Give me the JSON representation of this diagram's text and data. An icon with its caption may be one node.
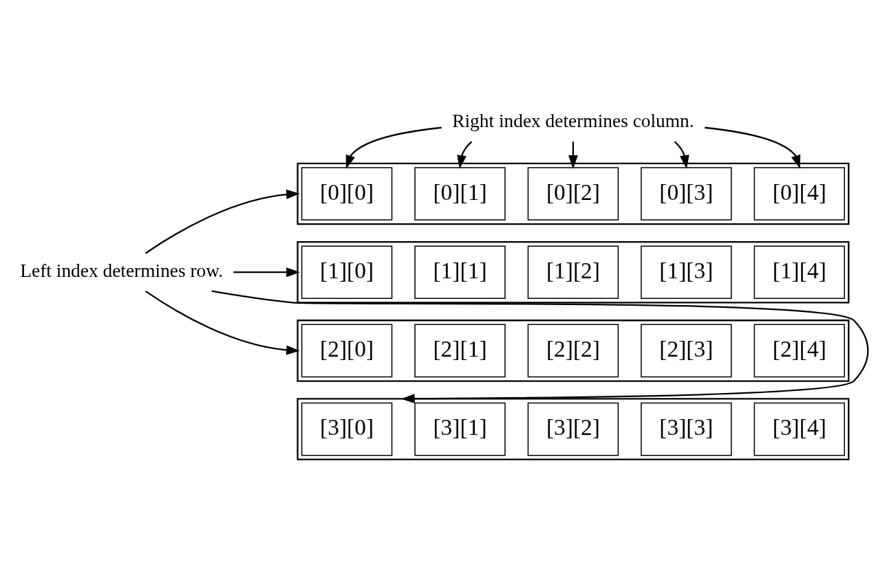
{
  "diagram": {
    "nodes": [
      {
        "text": [
          "Right index determines column."
        ]
      },
      {
        "text": [
          "Left index determines row."
        ]
      },
      {
        "text": [],
        "shape": "box"
      },
      {
        "text": [
          "[0][0]"
        ],
        "in": 2
      },
      {
        "text": [
          "[0][1]"
        ],
        "in": 2
      },
      {
        "text": [
          "[0][2]"
        ],
        "in": 2
      },
      {
        "text": [
          "[0][3]"
        ],
        "in": 2
      },
      {
        "text": [
          "[0][4]"
        ],
        "in": 2
      },
      {
        "text": [],
        "shape": "box"
      },
      {
        "text": [
          "[1][0]"
        ],
        "in": 8
      },
      {
        "text": [
          "[1][1]"
        ],
        "in": 8
      },
      {
        "text": [
          "[1][2]"
        ],
        "in": 8
      },
      {
        "text": [
          "[1][3]"
        ],
        "in": 8
      },
      {
        "text": [
          "[1][4]"
        ],
        "in": 8
      },
      {
        "text": [],
        "shape": "box"
      },
      {
        "text": [
          "[2][0]"
        ],
        "in": 14
      },
      {
        "text": [
          "[2][1]"
        ],
        "in": 14
      },
      {
        "text": [
          "[2][2]"
        ],
        "in": 14
      },
      {
        "text": [
          "[2][3]"
        ],
        "in": 14
      },
      {
        "text": [
          "[2][4]"
        ],
        "in": 14
      },
      {
        "text": [],
        "shape": "box"
      },
      {
        "text": [
          "[3][0]"
        ],
        "in": 20
      },
      {
        "text": [
          "[3][1]"
        ],
        "in": 20
      },
      {
        "text": [
          "[3][2]"
        ],
        "in": 20
      },
      {
        "text": [
          "[3][3]"
        ],
        "in": 20
      },
      {
        "text": [
          "[3][4]"
        ],
        "in": 20
      }
    ],
    "edges": [
      {
        "from": 0,
        "to": 3,
        "arrow": "to"
      },
      {
        "from": 0,
        "to": 4,
        "arrow": "to"
      },
      {
        "from": 0,
        "to": 5,
        "arrow": "to"
      },
      {
        "from": 0,
        "to": 6,
        "arrow": "to"
      },
      {
        "from": 0,
        "to": 7,
        "arrow": "to"
      },
      {
        "from": 1,
        "to": 2,
        "arrow": "to"
      },
      {
        "from": 1,
        "to": 8,
        "arrow": "to"
      },
      {
        "from": 1,
        "to": 14,
        "arrow": "to"
      },
      {
        "from": 1,
        "to": 20,
        "arrow": "to"
      }
    ]
  }
}
